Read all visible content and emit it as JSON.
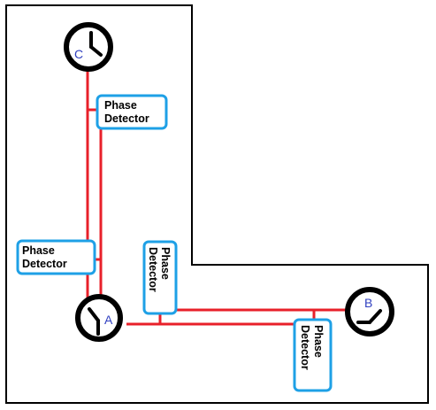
{
  "colors": {
    "outline": "#000000",
    "link": "#e8202a",
    "detector_border": "#1ea0e6",
    "clock_letter": "#2f3fc0"
  },
  "clocks": [
    {
      "id": "c",
      "label": "C",
      "icon": "clock-icon"
    },
    {
      "id": "a",
      "label": "A",
      "icon": "clock-icon"
    },
    {
      "id": "b",
      "label": "B",
      "icon": "clock-icon"
    }
  ],
  "detectors": [
    {
      "id": "top",
      "line1": "Phase",
      "line2": "Detector"
    },
    {
      "id": "left",
      "line1": "Phase",
      "line2": "Detector"
    },
    {
      "id": "middle",
      "line1": "Phase",
      "line2": "Detector"
    },
    {
      "id": "right",
      "line1": "Phase",
      "line2": "Detector"
    }
  ]
}
